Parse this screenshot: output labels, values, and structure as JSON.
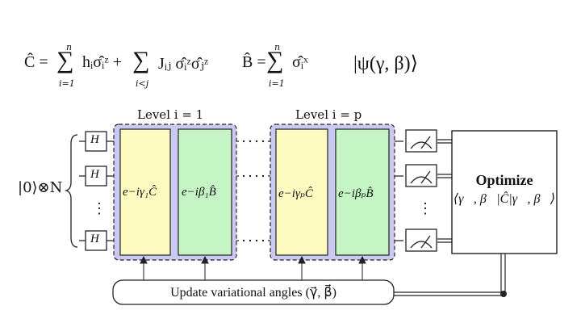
{
  "equations": {
    "cost_lhs": "Ĉ = ",
    "cost_term1": "hᵢσ̂ᵢᶻ + ",
    "cost_term2": "Jᵢⱼ σ̂ᵢᶻσ̂ⱼᶻ",
    "sum1_top": "n",
    "sum1_bottom": "i=1",
    "sum2_bottom": "i<j",
    "mixer_lhs": "B̂ = ",
    "mixer_term": "σ̂ᵢˣ",
    "sum3_top": "n",
    "sum3_bottom": "i=1",
    "state": "|ψ(γ, β)⟩"
  },
  "circuit": {
    "input_state": "|0⟩⊗N",
    "hadamard_label": "H",
    "vdots": "⋮",
    "level1_label": "Level i = 1",
    "levelp_label": "Level i = p",
    "gate_c1": "e−iγ₁Ĉ",
    "gate_b1": "e−iβ₁B̂",
    "gate_cp": "e−iγₚĈ",
    "gate_bp": "e−iβₚB̂",
    "dots": "· · · ·"
  },
  "optimizer": {
    "title": "Optimize",
    "expression": "⟨γ⃗, β⃗|Ĉ|γ⃗, β⃗⟩"
  },
  "update": {
    "label": "Update variational angles (γ⃗, β⃗)"
  },
  "colors": {
    "level_bg": "#c9c9f2",
    "cost_gate": "#fdfbc0",
    "mixer_gate": "#c5f5c5"
  }
}
